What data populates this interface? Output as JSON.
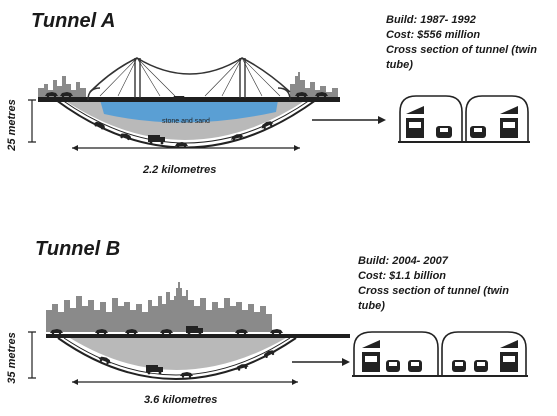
{
  "tunnel_a": {
    "title": "Tunnel A",
    "build": "Build: 1987- 1992",
    "cost": "Cost: $556 million",
    "cross_section_line1": "Cross section of tunnel (twin",
    "cross_section_line2": "tube)",
    "depth": "25 metres",
    "length": "2.2 kilometres",
    "river_bed_label": "stone and sand"
  },
  "tunnel_b": {
    "title": "Tunnel B",
    "build": "Build: 2004- 2007",
    "cost": "Cost: $1.1 billion",
    "cross_section_line1": "Cross section of tunnel (twin",
    "cross_section_line2": "tube)",
    "depth": "35 metres",
    "length": "3.6 kilometres"
  },
  "colors": {
    "water": "#5a9fd4",
    "ground": "#b9b9b9",
    "skyline": "#8a8a8a",
    "ink": "#1a1a1a"
  }
}
